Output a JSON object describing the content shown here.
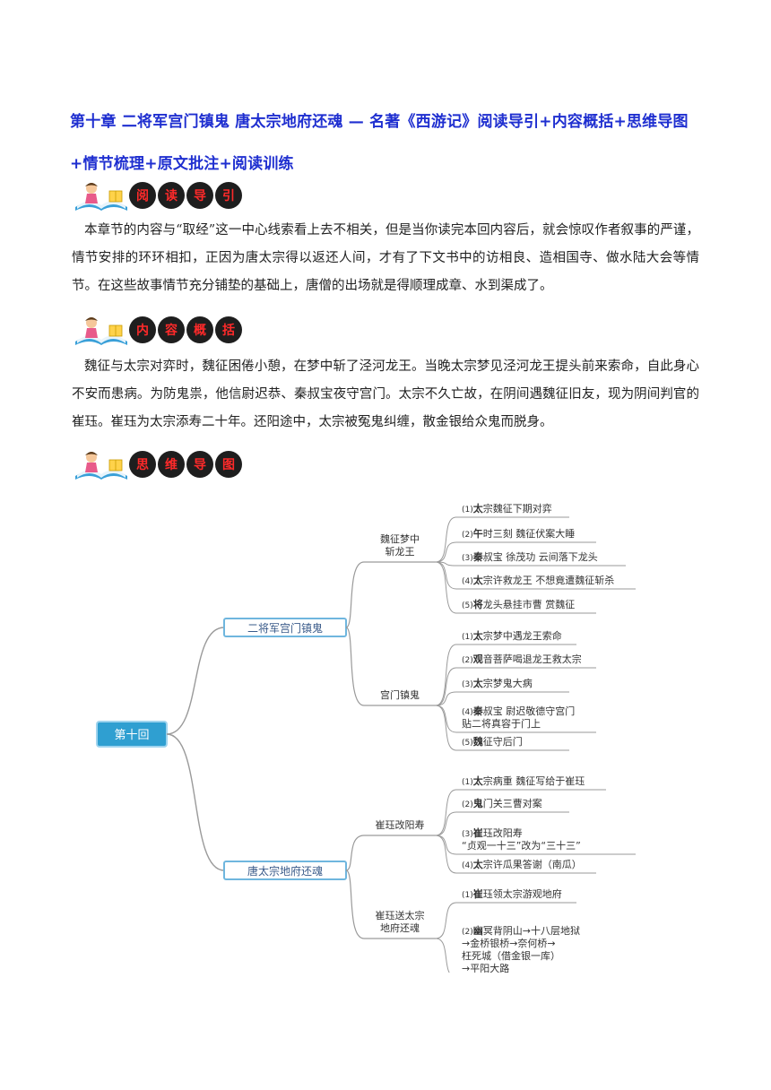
{
  "title": "第十章 二将军宫门镇鬼 唐太宗地府还魂 — 名著《西游记》阅读导引+内容概括+思维导图+情节梳理+原文批注+阅读训练",
  "sections": {
    "guide": {
      "badges": [
        "阅",
        "读",
        "导",
        "引"
      ]
    },
    "summary": {
      "badges": [
        "内",
        "容",
        "概",
        "括"
      ]
    },
    "mindmap": {
      "badges": [
        "思",
        "维",
        "导",
        "图"
      ]
    }
  },
  "guide_text": "本章节的内容与“取经”这一中心线索看上去不相关，但是当你读完本回内容后，就会惊叹作者叙事的严谨，情节安排的环环相扣，正因为唐太宗得以返还人间，才有了下文书中的访相良、造相国寺、做水陆大会等情节。在这些故事情节充分铺垫的基础上，唐僧的出场就是得顺理成章、水到渠成了。",
  "summary_text": "魏征与太宗对弈时，魏征困倦小憩，在梦中斩了泾河龙王。当晚太宗梦见泾河龙王提头前来索命，自此身心不安而患病。为防鬼祟，他信尉迟恭、秦叔宝夜守宫门。太宗不久亡故，在阴间遇魏征旧友，现为阴间判官的崔珏。崔珏为太宗添寿二十年。还阳途中，太宗被冤鬼纠缠，散金银给众鬼而脱身。",
  "mindmap": {
    "root": "第十回",
    "branches": [
      {
        "label": "二将军宫门镇鬼",
        "subs": [
          {
            "label": [
              "魏征梦中",
              "斩龙王"
            ],
            "leaves": [
              {
                "num": "(1)",
                "first": "太",
                "lines": [
                  "宗魏征下期对弈"
                ]
              },
              {
                "num": "(2)",
                "first": "午",
                "lines": [
                  "时三刻 魏征伏案大睡"
                ]
              },
              {
                "num": "(3)",
                "first": "秦",
                "lines": [
                  "叔宝 徐茂功 云间落下龙头"
                ]
              },
              {
                "num": "(4)",
                "first": "太",
                "lines": [
                  "宗许救龙王 不想竟遭魏征斩杀"
                ]
              },
              {
                "num": "(5)",
                "first": "将",
                "lines": [
                  "龙头悬挂市曹 赏魏征"
                ]
              }
            ]
          },
          {
            "label": [
              "宫门镇鬼"
            ],
            "leaves": [
              {
                "num": "(1)",
                "first": "太",
                "lines": [
                  "宗梦中遇龙王索命"
                ]
              },
              {
                "num": "(2)",
                "first": "观",
                "lines": [
                  "音菩萨喝退龙王救太宗"
                ]
              },
              {
                "num": "(3)",
                "first": "太",
                "lines": [
                  "宗梦鬼大病"
                ]
              },
              {
                "num": "(4)",
                "first": "秦",
                "lines": [
                  "叔宝 尉迟敬德守宫门",
                  "贴二将真容于门上"
                ]
              },
              {
                "num": "(5)",
                "first": "魏",
                "lines": [
                  "征守后门"
                ]
              }
            ]
          }
        ]
      },
      {
        "label": "唐太宗地府还魂",
        "subs": [
          {
            "label": [
              "崔珏改阳寿"
            ],
            "leaves": [
              {
                "num": "(1)",
                "first": "太",
                "lines": [
                  "宗病重 魏征写给于崔珏"
                ]
              },
              {
                "num": "(2)",
                "first": "鬼",
                "lines": [
                  "门关三曹对案"
                ]
              },
              {
                "num": "(3)",
                "first": "崔",
                "lines": [
                  "珏改阳寿",
                  "“贞观一十三”改为“三十三”"
                ]
              },
              {
                "num": "(4)",
                "first": "太",
                "lines": [
                  "宗许瓜果答谢（南瓜）"
                ]
              }
            ]
          },
          {
            "label": [
              "崔珏送太宗",
              "地府还魂"
            ],
            "leaves": [
              {
                "num": "(1)",
                "first": "崔",
                "lines": [
                  "珏领太宗游观地府"
                ]
              },
              {
                "num": "(2)",
                "first": "幽",
                "lines": [
                  "冥背阴山→十八层地狱",
                  "→金桥银桥→奈何桥→",
                  "枉死城（借金银一库）",
                  "→平阳大路"
                ]
              }
            ]
          }
        ]
      }
    ]
  }
}
